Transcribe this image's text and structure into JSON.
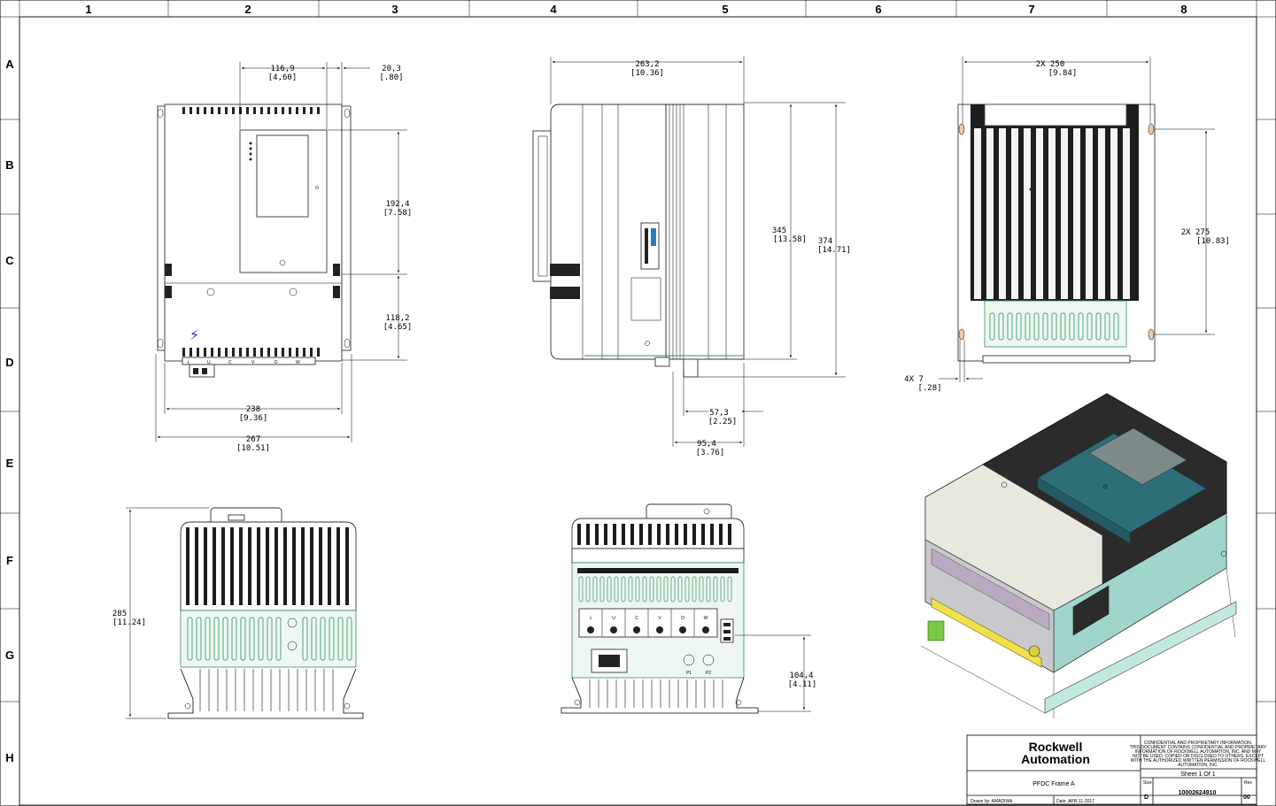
{
  "zones": {
    "columns": [
      "1",
      "2",
      "3",
      "4",
      "5",
      "6",
      "7",
      "8"
    ],
    "rows": [
      "A",
      "B",
      "C",
      "D",
      "E",
      "F",
      "G",
      "H"
    ]
  },
  "dimensions": {
    "front_width_top": [
      "116,9",
      "[4,60]"
    ],
    "front_side_offset": [
      "20,3",
      "[.80]"
    ],
    "front_upper_height": [
      "192,4",
      "[7.58]"
    ],
    "front_lower_height": [
      "118,2",
      "[4.65]"
    ],
    "front_inner_width": [
      "238",
      "[9.36]"
    ],
    "front_overall_width": [
      "267",
      "[10.51]"
    ],
    "side_depth": [
      "263,2",
      "[10.36]"
    ],
    "side_height_345": [
      "345",
      "[13.58]"
    ],
    "side_height_374": [
      "374",
      "[14.71]"
    ],
    "side_bottom_57": [
      "57,3",
      "[2.25]"
    ],
    "side_bottom_95": [
      "95,4",
      "[3.76]"
    ],
    "back_width": [
      "2X 250",
      "[9.84]"
    ],
    "back_height": [
      "2X 275",
      "[10.83]"
    ],
    "back_hole": [
      "4X 7",
      "[.28]"
    ],
    "bottom_height": [
      "285",
      "[11.24]"
    ],
    "term_height": [
      "104,4",
      "[4.11]"
    ]
  },
  "terminals": {
    "front": [
      "⏚",
      "U",
      "C",
      "V",
      "D",
      "W"
    ],
    "bottom": [
      "⏚",
      "U",
      "C",
      "V",
      "D",
      "W"
    ],
    "ports": [
      "P1",
      "P2"
    ]
  },
  "title_block": {
    "logo_line1": "Rockwell",
    "logo_line2": "Automation",
    "confidential": [
      "CONFIDENTIAL AND PROPRIETARY INFORMATION.",
      "THIS DOCUMENT CONTAINS CONFIDENTIAL AND PROPRIETARY",
      "INFORMATION OF ROCKWELL AUTOMATION, INC. AND MAY",
      "NOT BE USED, COPIED OR DISCLOSED TO OTHERS, EXCEPT",
      "WITH THE AUTHORIZED WRITTEN PERMISSION OF ROCKWELL",
      "AUTOMATION, INC."
    ],
    "title": "PFDC Frame A",
    "sheet": "Sheet 1 Of 1",
    "size_label": "Size",
    "size": "D",
    "rev_label": "Rev",
    "rev": "00",
    "doc_number": "10002624910",
    "drawn_by": "Drawn by: AMADIWA",
    "date": "Date: APR-11-2017"
  }
}
